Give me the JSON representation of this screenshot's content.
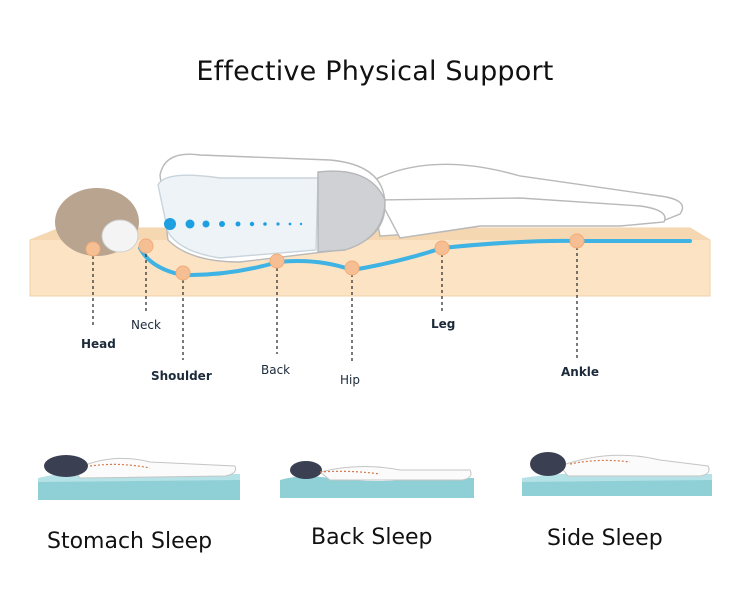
{
  "title": "Effective Physical Support",
  "body_points": {
    "head": "Head",
    "neck": "Neck",
    "shoulder": "Shoulder",
    "back": "Back",
    "hip": "Hip",
    "leg": "Leg",
    "ankle": "Ankle"
  },
  "positions": {
    "stomach": "Stomach Sleep",
    "back": "Back Sleep",
    "side": "Side Sleep"
  },
  "colors": {
    "mattress": "#fbe3c3",
    "mattress_edge": "#f0cfa3",
    "support_line": "#3fb3e3",
    "point_marker": "#f6bf93",
    "spine_dot": "#1e9fe0",
    "pillow": "#a7d6dd",
    "hair": "#b9a48f"
  }
}
